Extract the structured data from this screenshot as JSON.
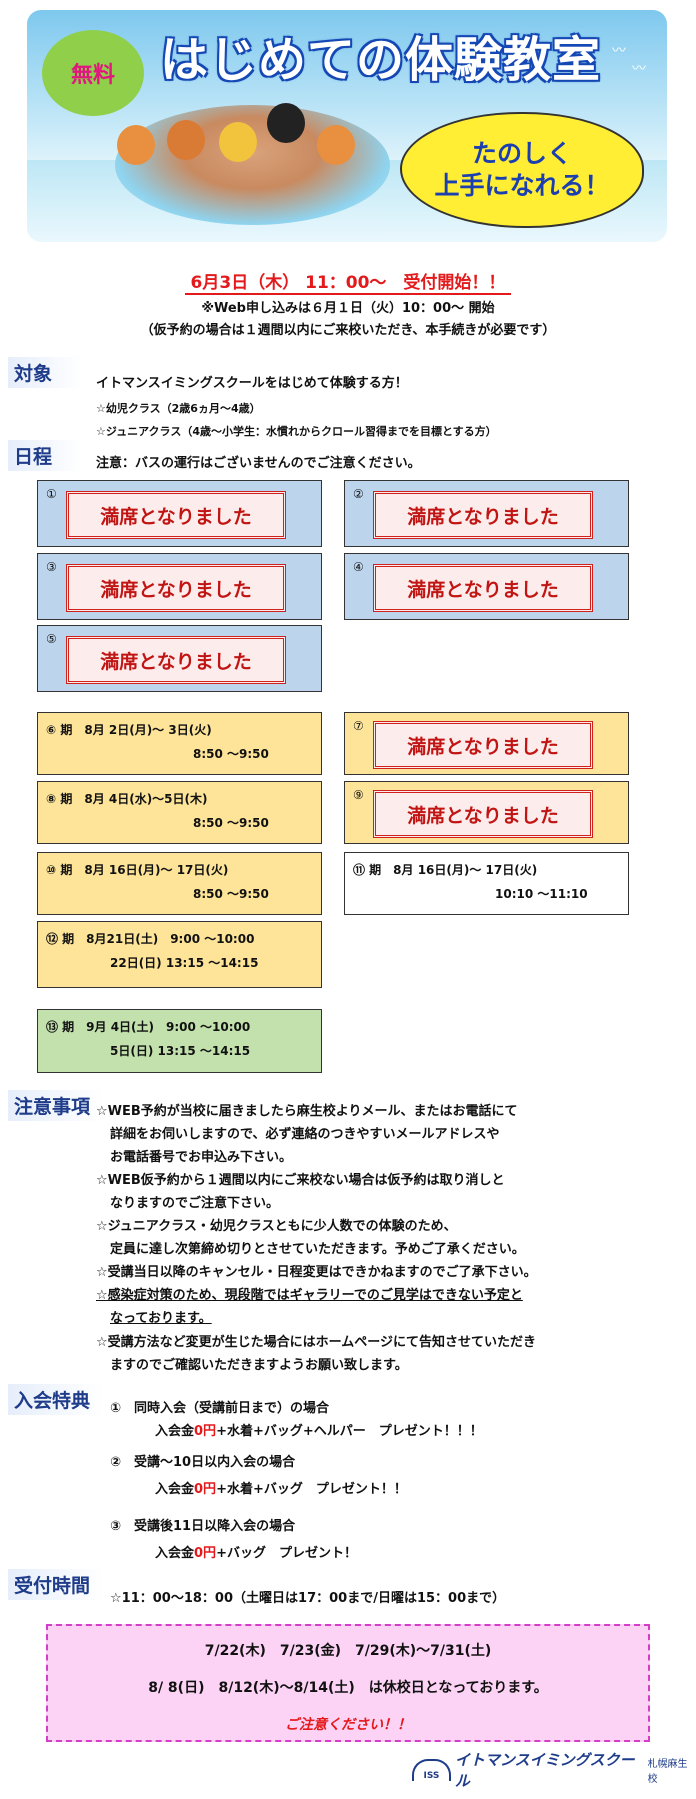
{
  "banner": {
    "badge": "無料",
    "title": "はじめての体験教室",
    "cloud_line1": "たのしく",
    "cloud_line2": "上手になれる！"
  },
  "start_notice": "6月3日（木） 11：00～　受付開始！！",
  "web_notice": "※Web申し込みは６月１日（火）10：00～ 開始",
  "provisional_notice": "（仮予約の場合は１週間以内にご来校いただき、本手続きが必要です）",
  "target": {
    "heading": "対象",
    "line1": "イトマンスイミングスクールをはじめて体験する方！",
    "line2": "☆幼児クラス（2歳6ヵ月～4歳）",
    "line3": "☆ジュニアクラス（4歳～小学生：水慣れからクロール習得までを目標とする方）"
  },
  "schedule": {
    "heading": "日程",
    "bus_note": "注意：バスの運行はございませんのでご注意ください。",
    "full_label": "満席となりました",
    "nums": [
      "①",
      "②",
      "③",
      "④",
      "⑤",
      "⑦",
      "⑨"
    ],
    "p6": {
      "label": "⑥ 期　8月 2日(月)～ 3日(火)",
      "time": "8:50 ～9:50"
    },
    "p8": {
      "label": "⑧ 期　8月 4日(水)～5日(木)",
      "time": "8:50 ～9:50"
    },
    "p10": {
      "label": "⑩ 期　8月 16日(月)～ 17日(火)",
      "time": "8:50 ～9:50"
    },
    "p11": {
      "label": "⑪ 期　8月 16日(月)～ 17日(火)",
      "time": "10:10 ～11:10"
    },
    "p12": {
      "label": "⑫ 期　8月21日(土)　9:00 ～10:00",
      "time": "22日(日) 13:15 ～14:15"
    },
    "p13": {
      "label": "⑬ 期　9月 4日(土)　9:00 ～10:00",
      "time": "5日(日) 13:15 ～14:15"
    }
  },
  "notes": {
    "heading": "注意事項",
    "lines": [
      "☆WEB予約が当校に届きましたら麻生校よりメール、またはお電話にて",
      "詳細をお伺いしますので、必ず連絡のつきやすいメールアドレスや",
      "お電話番号でお申込み下さい。",
      "☆WEB仮予約から１週間以内にご来校ない場合は仮予約は取り消しと",
      "なりますのでご注意下さい。",
      "☆ジュニアクラス・幼児クラスともに少人数での体験のため、",
      "定員に達し次第締め切りとさせていただきます。予めご了承ください。",
      "☆受講当日以降のキャンセル・日程変更はできかねますのでご了承下さい。",
      "☆感染症対策のため、現段階ではギャラリーでのご見学はできない予定と",
      "なっております。",
      "☆受講方法など変更が生じた場合にはホームページにて告知させていただき",
      "ますのでご確認いただきますようお願い致します。"
    ]
  },
  "benefits": {
    "heading": "入会特典",
    "b1_title": "①　同時入会（受講前日まで）の場合",
    "b1_pre": "入会金",
    "b1_free": "0円",
    "b1_post": "+水着+バッグ+ヘルパー　プレゼント！！！",
    "b2_title": "②　受講～10日以内入会の場合",
    "b2_pre": "入会金",
    "b2_free": "0円",
    "b2_post": "+水着+バッグ　プレゼント！！",
    "b3_title": "③　受講後11日以降入会の場合",
    "b3_pre": "入会金",
    "b3_free": "0円",
    "b3_post": "+バッグ　プレゼント！"
  },
  "hours": {
    "heading": "受付時間",
    "text": "☆11：00～18：00（土曜日は17：00まで/日曜は15：00まで）"
  },
  "closure": {
    "line1": "7/22(木)　7/23(金)　7/29(木)～7/31(土)",
    "line2": "8/ 8(日)　8/12(木)～8/14(土)　は休校日となっております。",
    "line3": "ご注意ください！！"
  },
  "footer": {
    "mark": "ISS",
    "brand": "イトマンスイミングスクール",
    "branch": "札幌麻生校"
  }
}
